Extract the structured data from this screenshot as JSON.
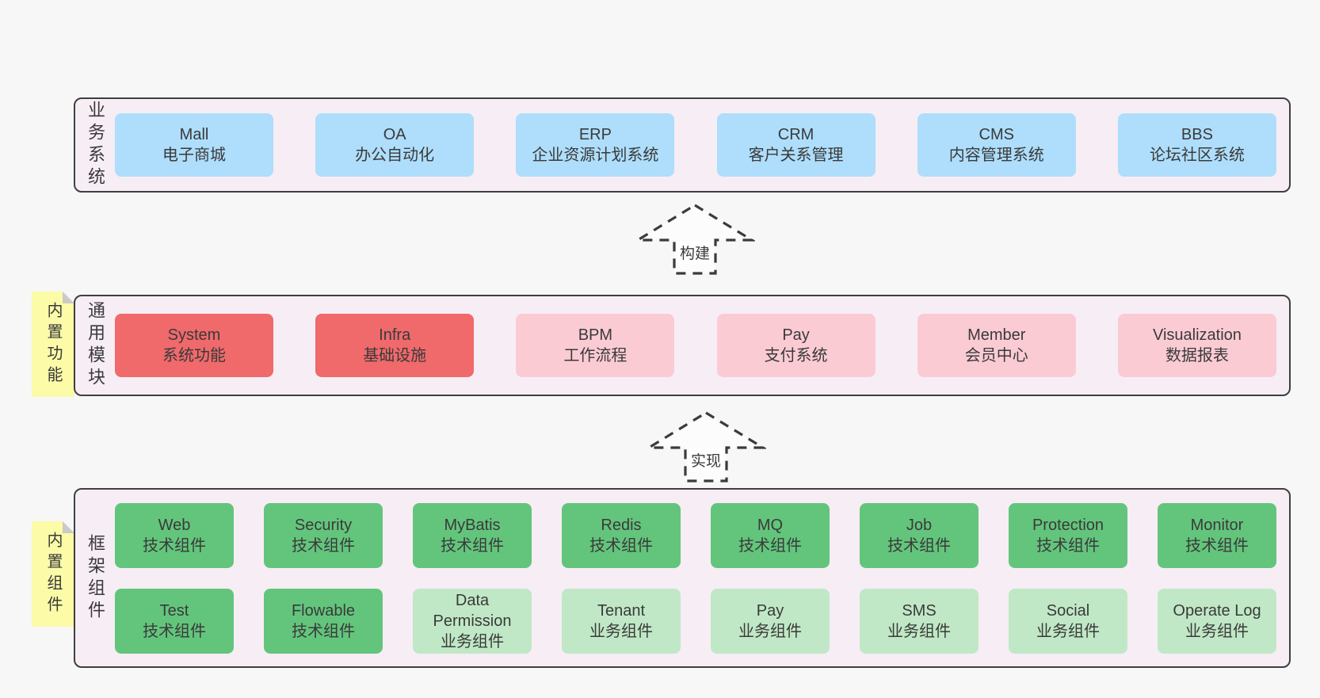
{
  "colors": {
    "page-bg": "#f7f7f7",
    "layer-bg": "#f7edf5",
    "layer-border": "#3f3f3f",
    "box-blue": "#aedefb",
    "box-red": "#f0696b",
    "box-pink": "#fbcbd4",
    "box-green": "#63c57c",
    "box-green-light": "#c0e8c6",
    "sticky-yellow": "#fbfba8",
    "sticky-fold": "#c9c9c9",
    "arrow": "#3b3b3b",
    "text": "#3a3a3a"
  },
  "arrows": [
    {
      "label": "构建"
    },
    {
      "label": "实现"
    }
  ],
  "layers": [
    {
      "label": "业务系统",
      "boxes": [
        {
          "name": "Mall",
          "subtitle": "电子商城",
          "variant": "blue"
        },
        {
          "name": "OA",
          "subtitle": "办公自动化",
          "variant": "blue"
        },
        {
          "name": "ERP",
          "subtitle": "企业资源计划系统",
          "variant": "blue"
        },
        {
          "name": "CRM",
          "subtitle": "客户关系管理",
          "variant": "blue"
        },
        {
          "name": "CMS",
          "subtitle": "内容管理系统",
          "variant": "blue"
        },
        {
          "name": "BBS",
          "subtitle": "论坛社区系统",
          "variant": "blue"
        }
      ]
    },
    {
      "label": "通用模块",
      "sticky": "内置功能",
      "boxes": [
        {
          "name": "System",
          "subtitle": "系统功能",
          "variant": "red"
        },
        {
          "name": "Infra",
          "subtitle": "基础设施",
          "variant": "red"
        },
        {
          "name": "BPM",
          "subtitle": "工作流程",
          "variant": "pink"
        },
        {
          "name": "Pay",
          "subtitle": "支付系统",
          "variant": "pink"
        },
        {
          "name": "Member",
          "subtitle": "会员中心",
          "variant": "pink"
        },
        {
          "name": "Visualization",
          "subtitle": "数据报表",
          "variant": "pink"
        }
      ]
    },
    {
      "label": "框架组件",
      "sticky": "内置组件",
      "boxes_row1": [
        {
          "name": "Web",
          "subtitle": "技术组件",
          "variant": "green"
        },
        {
          "name": "Security",
          "subtitle": "技术组件",
          "variant": "green"
        },
        {
          "name": "MyBatis",
          "subtitle": "技术组件",
          "variant": "green"
        },
        {
          "name": "Redis",
          "subtitle": "技术组件",
          "variant": "green"
        },
        {
          "name": "MQ",
          "subtitle": "技术组件",
          "variant": "green"
        },
        {
          "name": "Job",
          "subtitle": "技术组件",
          "variant": "green"
        },
        {
          "name": "Protection",
          "subtitle": "技术组件",
          "variant": "green"
        },
        {
          "name": "Monitor",
          "subtitle": "技术组件",
          "variant": "green"
        }
      ],
      "boxes_row2": [
        {
          "name": "Test",
          "subtitle": "技术组件",
          "variant": "green"
        },
        {
          "name": "Flowable",
          "subtitle": "技术组件",
          "variant": "green"
        },
        {
          "name": "Data Permission",
          "subtitle": "业务组件",
          "variant": "green-light"
        },
        {
          "name": "Tenant",
          "subtitle": "业务组件",
          "variant": "green-light"
        },
        {
          "name": "Pay",
          "subtitle": "业务组件",
          "variant": "green-light"
        },
        {
          "name": "SMS",
          "subtitle": "业务组件",
          "variant": "green-light"
        },
        {
          "name": "Social",
          "subtitle": "业务组件",
          "variant": "green-light"
        },
        {
          "name": "Operate Log",
          "subtitle": "业务组件",
          "variant": "green-light"
        }
      ]
    }
  ]
}
